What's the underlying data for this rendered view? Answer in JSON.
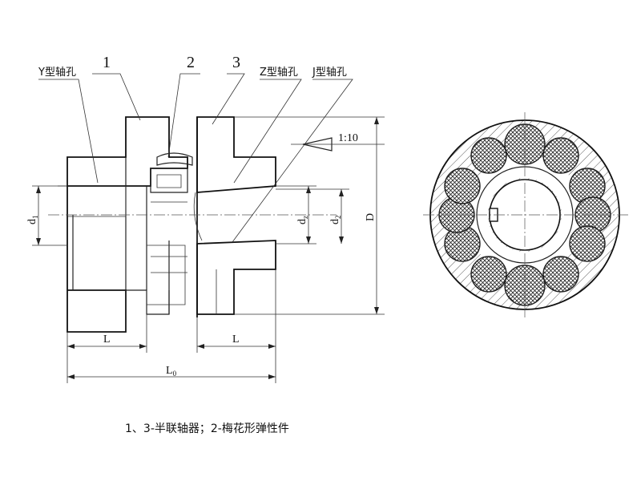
{
  "parts": {
    "p1": "1",
    "p2": "2",
    "p3": "3"
  },
  "bore_types": {
    "y": "Y型轴孔",
    "z": "Z型轴孔",
    "j": "J型轴孔"
  },
  "taper": "1:10",
  "dims": {
    "d1_base": "d",
    "d1_sub": "1",
    "dz_base": "d",
    "dz_sub": "z",
    "d2_base": "d",
    "d2_sub": "2",
    "D": "D",
    "L_left": "L",
    "L_right": "L",
    "L0_base": "L",
    "L0_sub": "0"
  },
  "caption": "1、3-半联轴器；2-梅花形弹性件"
}
